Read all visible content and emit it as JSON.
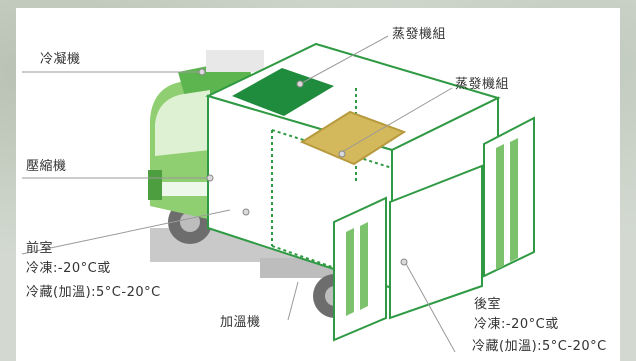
{
  "labels": {
    "condenser": "冷凝機",
    "evaporator_top": "蒸發機組",
    "evaporator_mid": "蒸發機組",
    "compressor": "壓縮機",
    "front_room_title": "前室",
    "front_room_freeze": "冷凍:-20°C或",
    "front_room_chill": "冷藏(加溫):5°C-20°C",
    "heater": "加溫機",
    "rear_room_title": "後室",
    "rear_room_freeze": "冷凍:-20°C或",
    "rear_room_chill": "冷藏(加溫):5°C-20°C"
  },
  "colors": {
    "green": "#3a9a45",
    "light_green": "#9bd17d",
    "dark_green": "#1e7d3a",
    "evaporator_gold": "#c9a94a",
    "leader_gray": "#9a9a9a"
  }
}
